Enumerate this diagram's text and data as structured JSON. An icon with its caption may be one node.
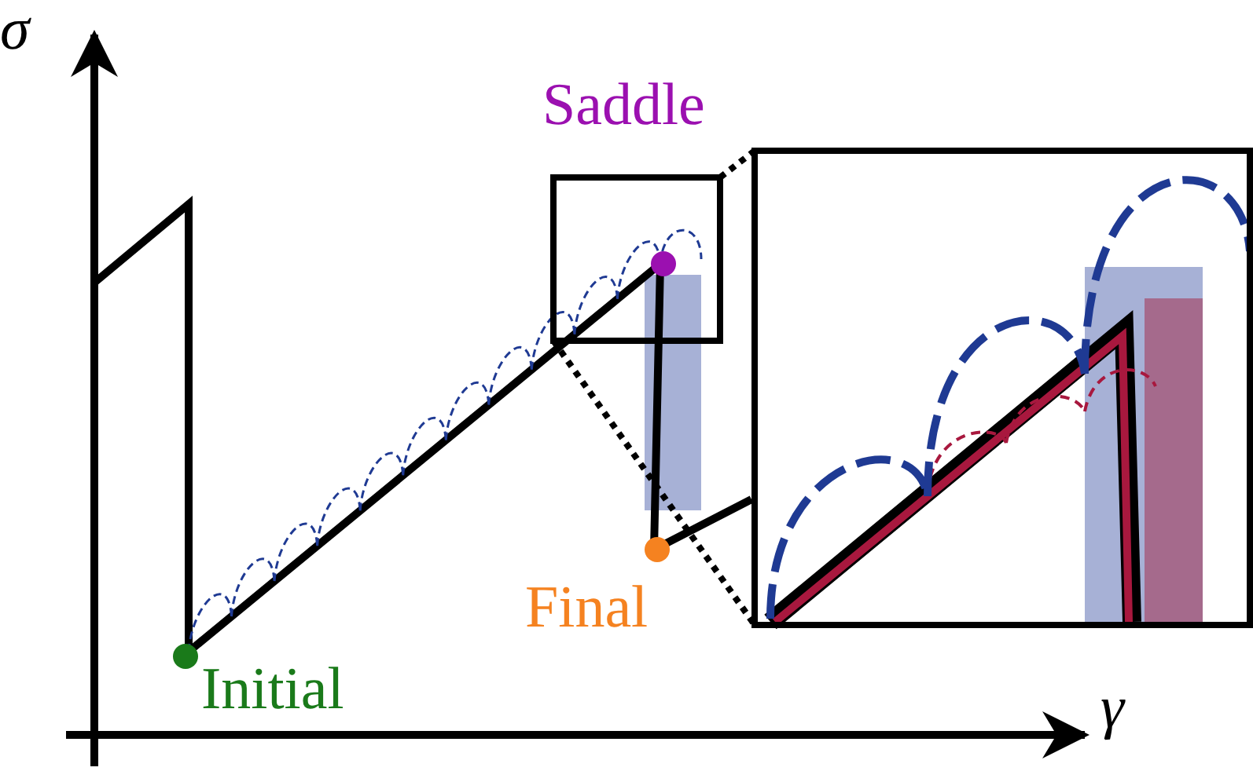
{
  "diagram": {
    "labels": [
      "σ",
      "Saddle",
      "Final",
      "Initial",
      "γ"
    ]
  }
}
